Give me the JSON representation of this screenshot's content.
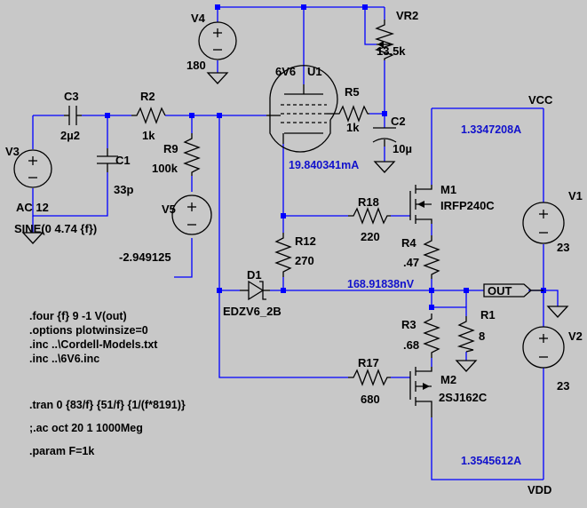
{
  "components": {
    "v4": {
      "name": "V4",
      "value": "180"
    },
    "vr2": {
      "name": "VR2",
      "value": "13.5k"
    },
    "u1": {
      "name": "U1",
      "type": "6V6"
    },
    "r5": {
      "name": "R5",
      "value": "1k"
    },
    "c2": {
      "name": "C2",
      "value": "10µ"
    },
    "c3": {
      "name": "C3",
      "value": "2µ2"
    },
    "r2": {
      "name": "R2",
      "value": "1k"
    },
    "c1": {
      "name": "C1",
      "value": "33p"
    },
    "r9": {
      "name": "R9",
      "value": "100k"
    },
    "v3": {
      "name": "V3",
      "value": "AC 12",
      "source": "SINE(0 4.74 {f})"
    },
    "v5": {
      "name": "V5",
      "value": "-2.949125"
    },
    "m1": {
      "name": "M1",
      "type": "IRFP240C"
    },
    "r18": {
      "name": "R18",
      "value": "220"
    },
    "r4": {
      "name": "R4",
      "value": ".47"
    },
    "r12": {
      "name": "R12",
      "value": "270"
    },
    "d1": {
      "name": "D1",
      "type": "EDZV6_2B"
    },
    "r3": {
      "name": "R3",
      "value": ".68"
    },
    "r1": {
      "name": "R1",
      "value": "8"
    },
    "r17": {
      "name": "R17",
      "value": "680"
    },
    "m2": {
      "name": "M2",
      "type": "2SJ162C"
    },
    "v1": {
      "name": "V1",
      "value": "23"
    },
    "v2": {
      "name": "V2",
      "value": "23"
    }
  },
  "nets": {
    "vcc": "VCC",
    "vdd": "VDD",
    "out": "OUT"
  },
  "measurements": {
    "tube_current": "19.840341mA",
    "vcc_current": "1.3347208A",
    "out_voltage": "168.91838nV",
    "vdd_current": "1.3545612A"
  },
  "directives": [
    ".four {f} 9 -1 V(out)",
    ".options plotwinsize=0",
    ".inc ..\\Cordell-Models.txt",
    ".inc ..\\6V6.inc",
    ".tran 0 {83/f} {51/f} {1/(f*8191)}",
    ";.ac oct 20 1 1000Meg",
    ".param F=1k"
  ]
}
